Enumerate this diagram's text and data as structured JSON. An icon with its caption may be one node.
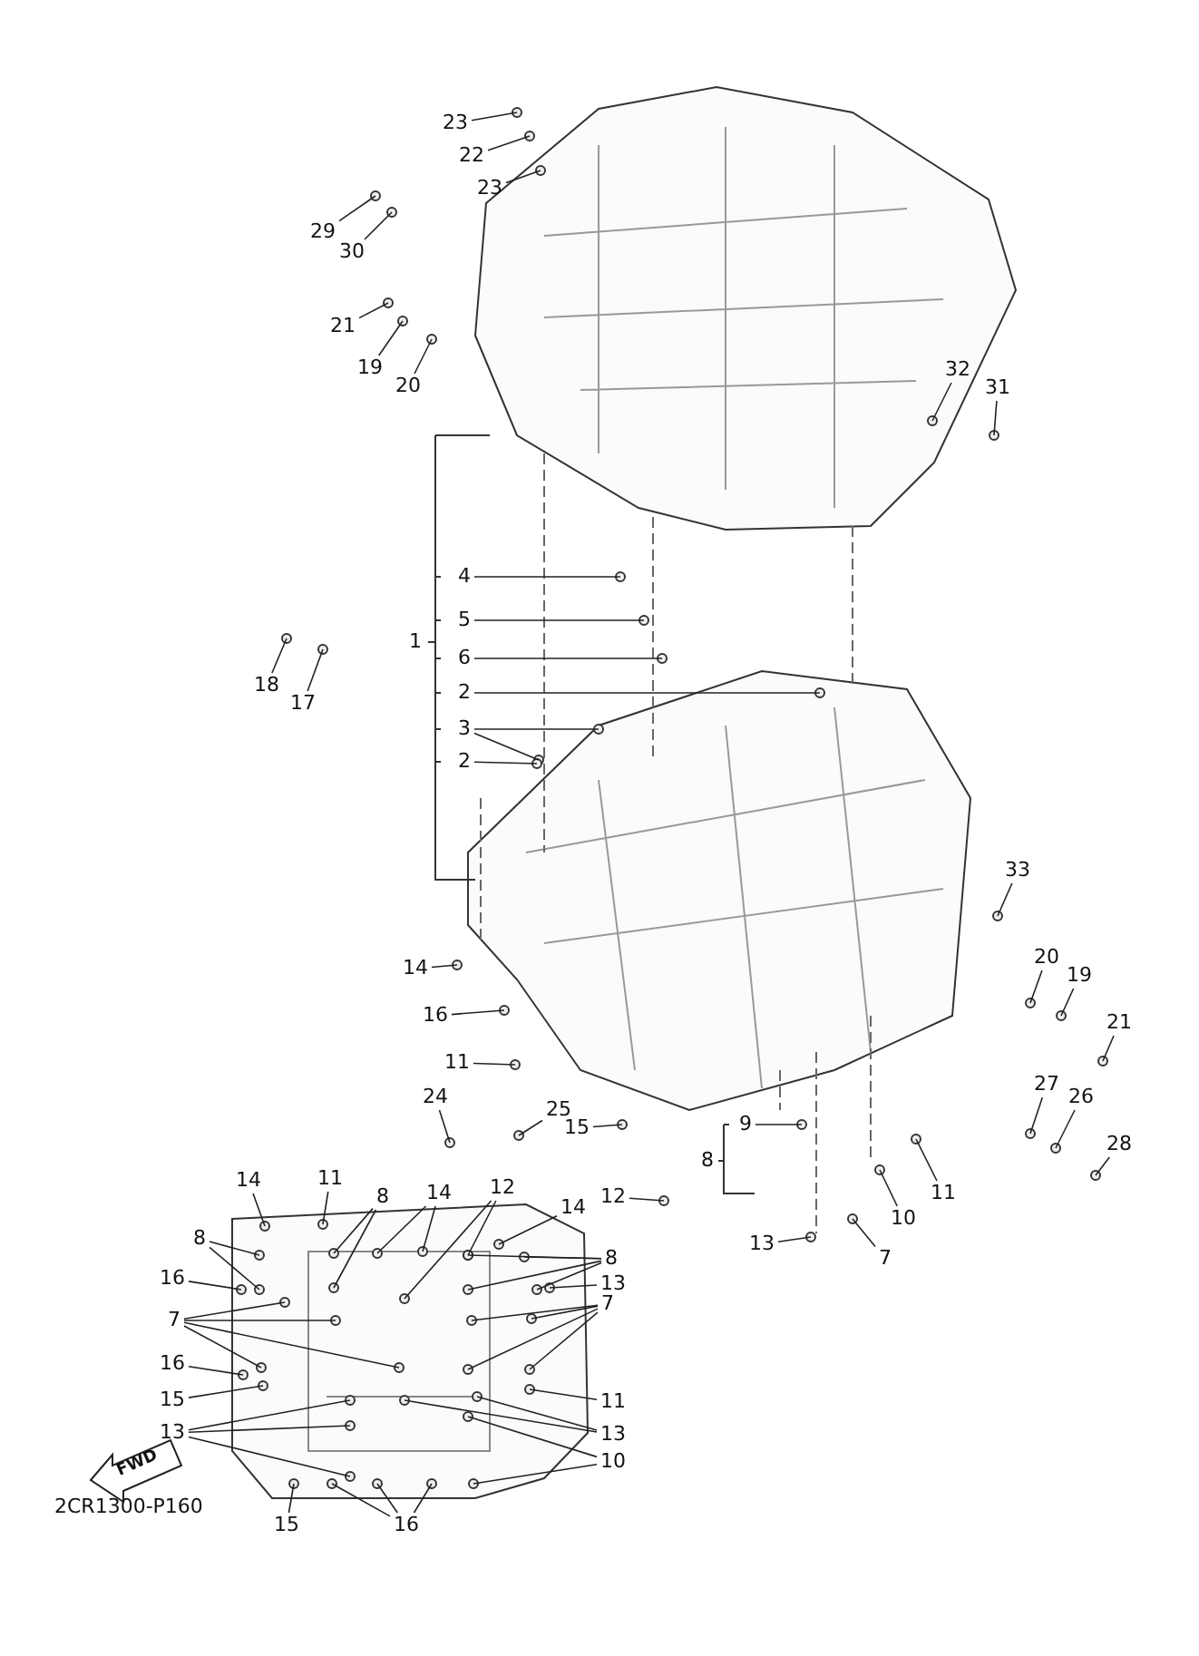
{
  "diagram": {
    "nodes": [
      {
        "text": [
          "23"
        ]
      },
      {
        "text": [
          "22"
        ]
      },
      {
        "text": [
          "23"
        ]
      },
      {
        "text": [
          "29"
        ]
      },
      {
        "text": [
          "30"
        ]
      },
      {
        "text": [
          "21"
        ]
      },
      {
        "text": [
          "19"
        ]
      },
      {
        "text": [
          "20"
        ]
      },
      {
        "text": [
          "32"
        ]
      },
      {
        "text": [
          "31"
        ]
      },
      {
        "text": [
          "4"
        ]
      },
      {
        "text": [
          "5"
        ]
      },
      {
        "text": [
          "1"
        ]
      },
      {
        "text": [
          "6"
        ]
      },
      {
        "text": [
          "2"
        ]
      },
      {
        "text": [
          "3"
        ]
      },
      {
        "text": [
          "2"
        ]
      },
      {
        "text": [
          "18"
        ]
      },
      {
        "text": [
          "17"
        ]
      },
      {
        "text": [
          "33"
        ]
      },
      {
        "text": [
          "20"
        ]
      },
      {
        "text": [
          "19"
        ]
      },
      {
        "text": [
          "21"
        ]
      },
      {
        "text": [
          "14"
        ]
      },
      {
        "text": [
          "16"
        ]
      },
      {
        "text": [
          "11"
        ]
      },
      {
        "text": [
          "24"
        ]
      },
      {
        "text": [
          "25"
        ]
      },
      {
        "text": [
          "15"
        ]
      },
      {
        "text": [
          "9"
        ]
      },
      {
        "text": [
          "8"
        ]
      },
      {
        "text": [
          "12"
        ]
      },
      {
        "text": [
          "13"
        ]
      },
      {
        "text": [
          "7"
        ]
      },
      {
        "text": [
          "10"
        ]
      },
      {
        "text": [
          "11"
        ]
      },
      {
        "text": [
          "27"
        ]
      },
      {
        "text": [
          "26"
        ]
      },
      {
        "text": [
          "28"
        ]
      },
      {
        "text": [
          "14"
        ]
      },
      {
        "text": [
          "11"
        ]
      },
      {
        "text": [
          "8"
        ]
      },
      {
        "text": [
          "14"
        ]
      },
      {
        "text": [
          "12"
        ]
      },
      {
        "text": [
          "14"
        ]
      },
      {
        "text": [
          "8"
        ]
      },
      {
        "text": [
          "16"
        ]
      },
      {
        "text": [
          "8"
        ]
      },
      {
        "text": [
          "13"
        ]
      },
      {
        "text": [
          "7"
        ]
      },
      {
        "text": [
          "7"
        ]
      },
      {
        "text": [
          "16"
        ]
      },
      {
        "text": [
          "15"
        ]
      },
      {
        "text": [
          "13"
        ]
      },
      {
        "text": [
          "11"
        ]
      },
      {
        "text": [
          "13"
        ]
      },
      {
        "text": [
          "10"
        ]
      },
      {
        "text": [
          "15"
        ]
      },
      {
        "text": [
          "16"
        ]
      }
    ],
    "edges": [
      {
        "from": 0,
        "to": null,
        "arrow": "none"
      },
      {
        "from": 1,
        "to": null,
        "arrow": "none"
      },
      {
        "from": 2,
        "to": null,
        "arrow": "none"
      },
      {
        "from": 3,
        "to": null,
        "arrow": "none"
      },
      {
        "from": 4,
        "to": null,
        "arrow": "none"
      },
      {
        "from": 5,
        "to": null,
        "arrow": "none"
      },
      {
        "from": 6,
        "to": null,
        "arrow": "none"
      },
      {
        "from": 7,
        "to": null,
        "arrow": "none"
      },
      {
        "from": 8,
        "to": null,
        "arrow": "none"
      },
      {
        "from": 9,
        "to": null,
        "arrow": "none"
      },
      {
        "from": 10,
        "to": null,
        "arrow": "none"
      },
      {
        "from": 11,
        "to": null,
        "arrow": "none"
      },
      {
        "from": 13,
        "to": null,
        "arrow": "none"
      },
      {
        "from": 14,
        "to": null,
        "arrow": "none"
      },
      {
        "from": 15,
        "to": null,
        "arrow": "none"
      },
      {
        "from": 15,
        "to": null,
        "arrow": "none"
      },
      {
        "from": 16,
        "to": null,
        "arrow": "none"
      },
      {
        "from": 17,
        "to": null,
        "arrow": "none"
      },
      {
        "from": 18,
        "to": null,
        "arrow": "none"
      },
      {
        "from": 19,
        "to": null,
        "arrow": "none"
      },
      {
        "from": 20,
        "to": null,
        "arrow": "none"
      },
      {
        "from": 21,
        "to": null,
        "arrow": "none"
      },
      {
        "from": 22,
        "to": null,
        "arrow": "none"
      },
      {
        "from": 23,
        "to": null,
        "arrow": "none"
      },
      {
        "from": 24,
        "to": null,
        "arrow": "none"
      },
      {
        "from": 25,
        "to": null,
        "arrow": "none"
      },
      {
        "from": 26,
        "to": null,
        "arrow": "none"
      },
      {
        "from": 27,
        "to": null,
        "arrow": "none"
      },
      {
        "from": 28,
        "to": null,
        "arrow": "none"
      },
      {
        "from": 29,
        "to": null,
        "arrow": "none"
      },
      {
        "from": 31,
        "to": null,
        "arrow": "none"
      },
      {
        "from": 32,
        "to": null,
        "arrow": "none"
      },
      {
        "from": 33,
        "to": null,
        "arrow": "none"
      },
      {
        "from": 34,
        "to": null,
        "arrow": "none"
      },
      {
        "from": 35,
        "to": null,
        "arrow": "none"
      },
      {
        "from": 36,
        "to": null,
        "arrow": "none"
      },
      {
        "from": 37,
        "to": null,
        "arrow": "none"
      },
      {
        "from": 38,
        "to": null,
        "arrow": "none"
      },
      {
        "from": 39,
        "to": null,
        "arrow": "none"
      },
      {
        "from": 40,
        "to": null,
        "arrow": "none"
      },
      {
        "from": 41,
        "to": null,
        "arrow": "none"
      },
      {
        "from": 41,
        "to": null,
        "arrow": "none"
      },
      {
        "from": 42,
        "to": null,
        "arrow": "none"
      },
      {
        "from": 42,
        "to": null,
        "arrow": "none"
      },
      {
        "from": 43,
        "to": null,
        "arrow": "none"
      },
      {
        "from": 43,
        "to": null,
        "arrow": "none"
      },
      {
        "from": 44,
        "to": null,
        "arrow": "none"
      },
      {
        "from": 45,
        "to": null,
        "arrow": "none"
      },
      {
        "from": 45,
        "to": null,
        "arrow": "none"
      },
      {
        "from": 46,
        "to": null,
        "arrow": "none"
      },
      {
        "from": 47,
        "to": null,
        "arrow": "none"
      },
      {
        "from": 47,
        "to": null,
        "arrow": "none"
      },
      {
        "from": 47,
        "to": null,
        "arrow": "none"
      },
      {
        "from": 47,
        "to": null,
        "arrow": "none"
      },
      {
        "from": 48,
        "to": null,
        "arrow": "none"
      },
      {
        "from": 49,
        "to": null,
        "arrow": "none"
      },
      {
        "from": 49,
        "to": null,
        "arrow": "none"
      },
      {
        "from": 49,
        "to": null,
        "arrow": "none"
      },
      {
        "from": 49,
        "to": null,
        "arrow": "none"
      },
      {
        "from": 50,
        "to": null,
        "arrow": "none"
      },
      {
        "from": 50,
        "to": null,
        "arrow": "none"
      },
      {
        "from": 50,
        "to": null,
        "arrow": "none"
      },
      {
        "from": 50,
        "to": null,
        "arrow": "none"
      },
      {
        "from": 51,
        "to": null,
        "arrow": "none"
      },
      {
        "from": 52,
        "to": null,
        "arrow": "none"
      },
      {
        "from": 53,
        "to": null,
        "arrow": "none"
      },
      {
        "from": 53,
        "to": null,
        "arrow": "none"
      },
      {
        "from": 53,
        "to": null,
        "arrow": "none"
      },
      {
        "from": 54,
        "to": null,
        "arrow": "none"
      },
      {
        "from": 55,
        "to": null,
        "arrow": "none"
      },
      {
        "from": 55,
        "to": null,
        "arrow": "none"
      },
      {
        "from": 56,
        "to": null,
        "arrow": "none"
      },
      {
        "from": 56,
        "to": null,
        "arrow": "none"
      },
      {
        "from": 57,
        "to": null,
        "arrow": "none"
      },
      {
        "from": 58,
        "to": null,
        "arrow": "none"
      },
      {
        "from": 58,
        "to": null,
        "arrow": "none"
      },
      {
        "from": 58,
        "to": null,
        "arrow": "none"
      }
    ],
    "labels": [
      "FWD",
      "2CR1300-P160"
    ]
  }
}
